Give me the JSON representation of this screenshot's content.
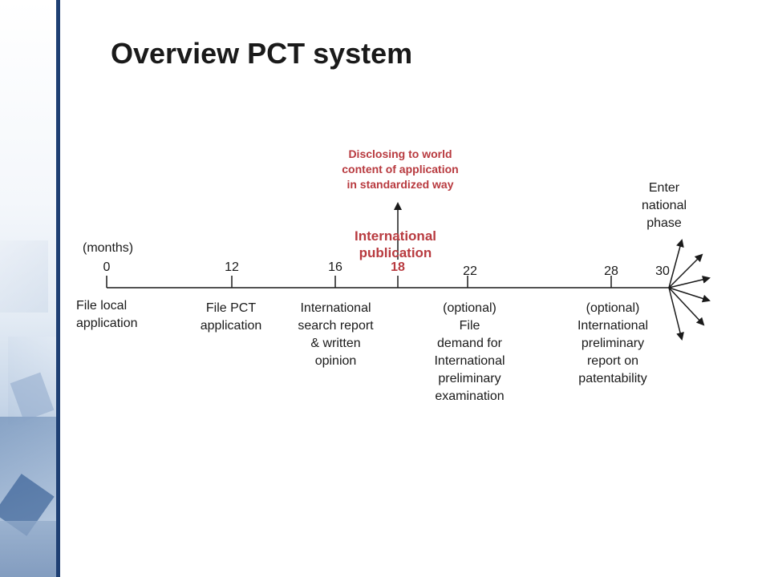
{
  "title": "Overview PCT system",
  "axis_unit": "(months)",
  "ticks": [
    {
      "value": "0"
    },
    {
      "value": "12"
    },
    {
      "value": "16"
    },
    {
      "value": "18"
    },
    {
      "value": "22"
    },
    {
      "value": "28"
    },
    {
      "value": "30"
    }
  ],
  "events": {
    "m0": "File local\napplication",
    "m12": "File PCT\napplication",
    "m16": "International\nsearch report\n& written\nopinion",
    "m18_title": "International\npublication",
    "m18_note": "Disclosing to world\ncontent of application\nin standardized way",
    "m22": "(optional)\nFile\n demand for\nInternational\npreliminary\nexamination",
    "m28": "(optional)\nInternational\npreliminary\nreport on\npatentability",
    "m30": "Enter\nnational\nphase"
  },
  "colors": {
    "highlight": "#b83a3f",
    "text": "#1a1a1a",
    "accent_bar": "#1e3f73"
  }
}
